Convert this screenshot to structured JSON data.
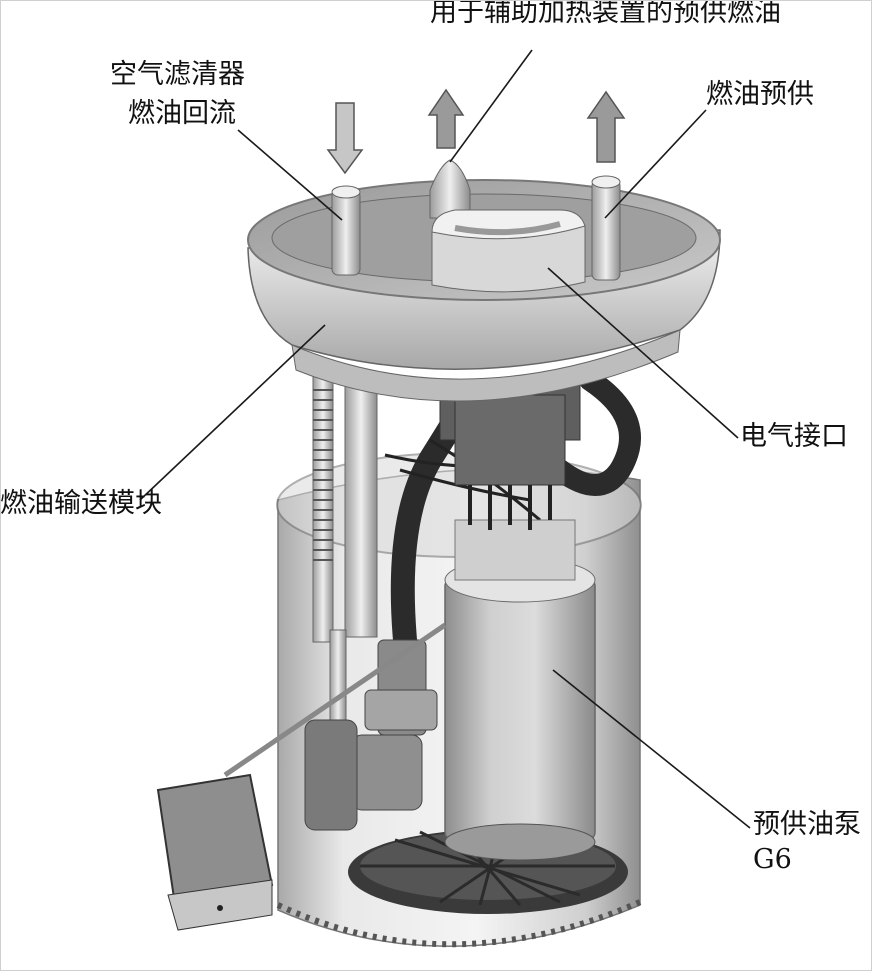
{
  "labels": {
    "auxiliary_heater_supply": "用于辅助加热装置的预供燃油",
    "air_filter_line1": "空气滤清器",
    "air_filter_line2": "燃油回流",
    "fuel_presupply": "燃油预供",
    "electrical_connector": "电气接口",
    "fuel_delivery_module": "燃油输送模块",
    "presupply_pump_line1": "预供油泵",
    "presupply_pump_line2": "G6"
  },
  "colors": {
    "background": "#ffffff",
    "label_text": "#111111",
    "leader_line": "#1a1a1a",
    "housing_light": "#e6e6e6",
    "housing_mid": "#bdbdbd",
    "housing_dark": "#6a6a6a",
    "hose_dark": "#2b2b2b",
    "arrow_fill": "#9a9a9a"
  },
  "icons": [
    "arrow-down-icon",
    "arrow-up-icon"
  ]
}
